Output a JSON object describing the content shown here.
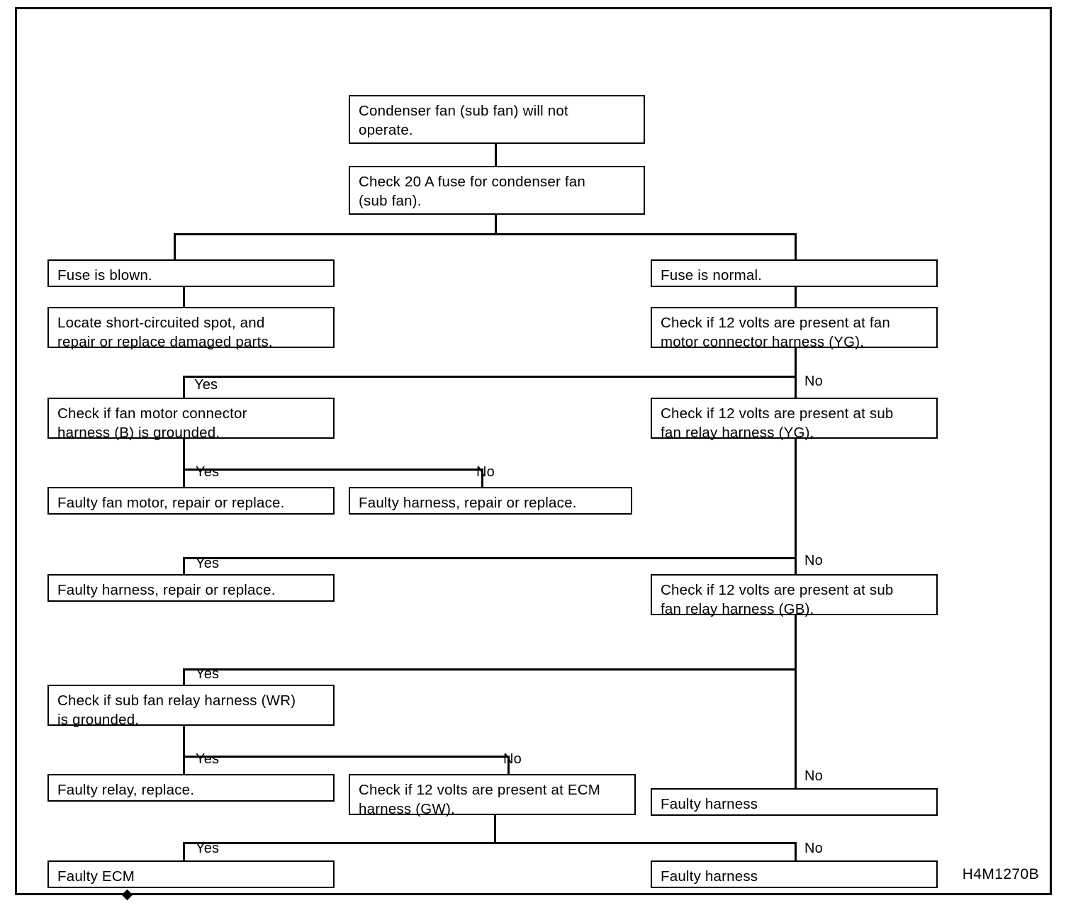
{
  "figure": {
    "code": "H4M1270B",
    "type": "troubleshooting-flowchart"
  },
  "nodes": {
    "symptom": "Condenser fan (sub fan) will not\noperate.",
    "check_fuse": "Check 20 A fuse for condenser fan\n(sub fan).",
    "fuse_blown": "Fuse is blown.",
    "locate_short": "Locate short-circuited spot, and\nrepair or replace damaged parts.",
    "fuse_normal": "Fuse is normal.",
    "check_fan_motor_12v": "Check if 12 volts are present at fan\nmotor connector harness (YG).",
    "check_fan_motor_ground": "Check if fan motor connector\nharness (B) is grounded.",
    "check_sub_relay_yg": "Check if 12 volts are present at sub\nfan relay harness (YG).",
    "faulty_fan_motor": "Faulty fan motor, repair or replace.",
    "faulty_harness_1": "Faulty harness, repair or replace.",
    "faulty_harness_2": "Faulty harness, repair or replace.",
    "check_sub_relay_gb": "Check if 12 volts are present at sub\nfan relay harness (GB).",
    "check_sub_relay_wr_ground": "Check if sub fan relay harness (WR)\nis grounded.",
    "faulty_relay": "Faulty relay, replace.",
    "check_ecm_12v": "Check if 12 volts are present at ECM\nharness (GW).",
    "faulty_harness_3": "Faulty harness",
    "faulty_ecm": "Faulty ECM",
    "faulty_harness_4": "Faulty harness"
  },
  "branch_labels": {
    "yes_fan_motor_12v": "Yes",
    "no_fan_motor_12v": "No",
    "yes_fan_motor_ground": "Yes",
    "no_fan_motor_ground": "No",
    "yes_sub_relay_yg": "Yes",
    "no_sub_relay_yg": "No",
    "yes_sub_relay_gb": "Yes",
    "no_sub_relay_gb": "No",
    "yes_sub_relay_wr": "Yes",
    "no_sub_relay_wr": "No",
    "yes_ecm": "Yes",
    "no_ecm": "No"
  },
  "colors": {
    "ink": "#000000",
    "paper": "#ffffff"
  }
}
